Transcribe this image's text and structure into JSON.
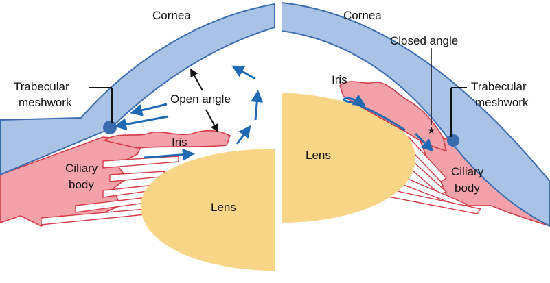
{
  "left_panel": {
    "cornea": "Cornea",
    "trabecular": [
      "Trabecular",
      "meshwork"
    ],
    "angle": "Open angle",
    "iris": "Iris",
    "ciliary": [
      "Ciliary",
      "body"
    ],
    "lens": "Lens"
  },
  "right_panel": {
    "cornea": "Cornea",
    "angle": "Closed angle",
    "iris": "Iris",
    "trabecular": [
      "Trabecular",
      "meshwork"
    ],
    "lens": "Lens",
    "ciliary": [
      "Ciliary",
      "body"
    ]
  },
  "colors": {
    "cornea": "#a8c3e6",
    "iris": "#f4a2aa",
    "lens": "#f9d587",
    "arrows": "#1f6ab3"
  }
}
